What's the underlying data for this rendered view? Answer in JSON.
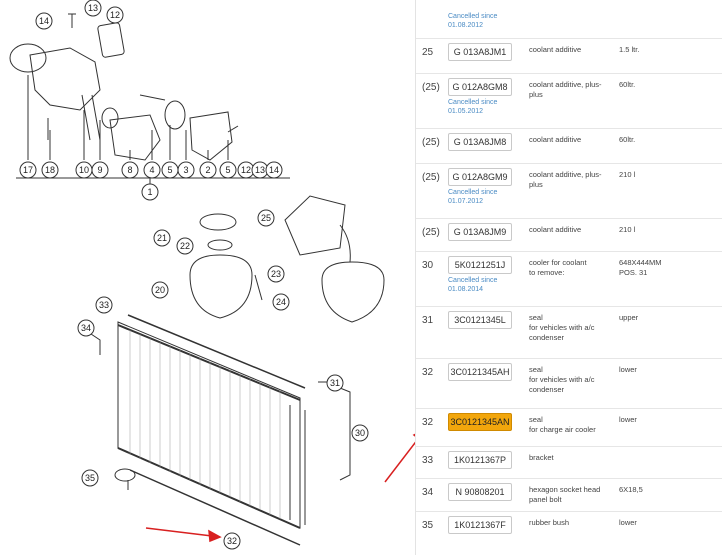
{
  "diagram": {
    "labels": [
      "14",
      "13",
      "12",
      "17",
      "18",
      "10",
      "9",
      "8",
      "4",
      "5",
      "3",
      "2",
      "5",
      "12",
      "13",
      "14",
      "1",
      "25",
      "21",
      "22",
      "20",
      "23",
      "24",
      "33",
      "34",
      "31",
      "30",
      "35",
      "32"
    ],
    "accent_color": "#d82020"
  },
  "parts": {
    "top_cancel": [
      "Cancelled since",
      "01.08.2012"
    ],
    "rows": [
      {
        "pos": "25",
        "number": "G 013A8JM1",
        "desc": [
          "coolant additive"
        ],
        "info": [
          "1.5 ltr."
        ],
        "cancel": []
      },
      {
        "pos": "(25)",
        "number": "G 012A8GM8",
        "desc": [
          "coolant additive, plus-",
          "plus"
        ],
        "info": [
          "60ltr."
        ],
        "cancel": [
          "Cancelled since",
          "01.05.2012"
        ]
      },
      {
        "pos": "(25)",
        "number": "G 013A8JM8",
        "desc": [
          "coolant additive"
        ],
        "info": [
          "60ltr."
        ],
        "cancel": []
      },
      {
        "pos": "(25)",
        "number": "G 012A8GM9",
        "desc": [
          "coolant additive, plus-",
          "plus"
        ],
        "info": [
          "210 l"
        ],
        "cancel": [
          "Cancelled since",
          "01.07.2012"
        ]
      },
      {
        "pos": "(25)",
        "number": "G 013A8JM9",
        "desc": [
          "coolant additive"
        ],
        "info": [
          "210 l"
        ],
        "cancel": []
      },
      {
        "pos": "30",
        "number": "5K0121251J",
        "desc": [
          "cooler for coolant",
          "to remove:"
        ],
        "info": [
          "648X444MM",
          "POS. 31"
        ],
        "cancel": [
          "Cancelled since",
          "01.08.2014"
        ]
      },
      {
        "pos": "31",
        "number": "3C0121345L",
        "desc": [
          "seal",
          "for vehicles with a/c",
          "condenser"
        ],
        "info": [
          "upper"
        ],
        "cancel": []
      },
      {
        "pos": "32",
        "number": "3C0121345AH",
        "desc": [
          "seal",
          "for vehicles with a/c",
          "condenser"
        ],
        "info": [
          "lower"
        ],
        "cancel": []
      },
      {
        "pos": "32",
        "number": "3C0121345AN",
        "desc": [
          "seal",
          "for charge air cooler"
        ],
        "info": [
          "lower"
        ],
        "cancel": [],
        "highlight": true
      },
      {
        "pos": "33",
        "number": "1K0121367P",
        "desc": [
          "bracket"
        ],
        "info": [],
        "cancel": []
      },
      {
        "pos": "34",
        "number": "N 90808201",
        "desc": [
          "hexagon socket head",
          "panel bolt"
        ],
        "info": [
          "6X18,5"
        ],
        "cancel": []
      },
      {
        "pos": "35",
        "number": "1K0121367F",
        "desc": [
          "rubber bush"
        ],
        "info": [
          "lower"
        ],
        "cancel": []
      }
    ]
  }
}
